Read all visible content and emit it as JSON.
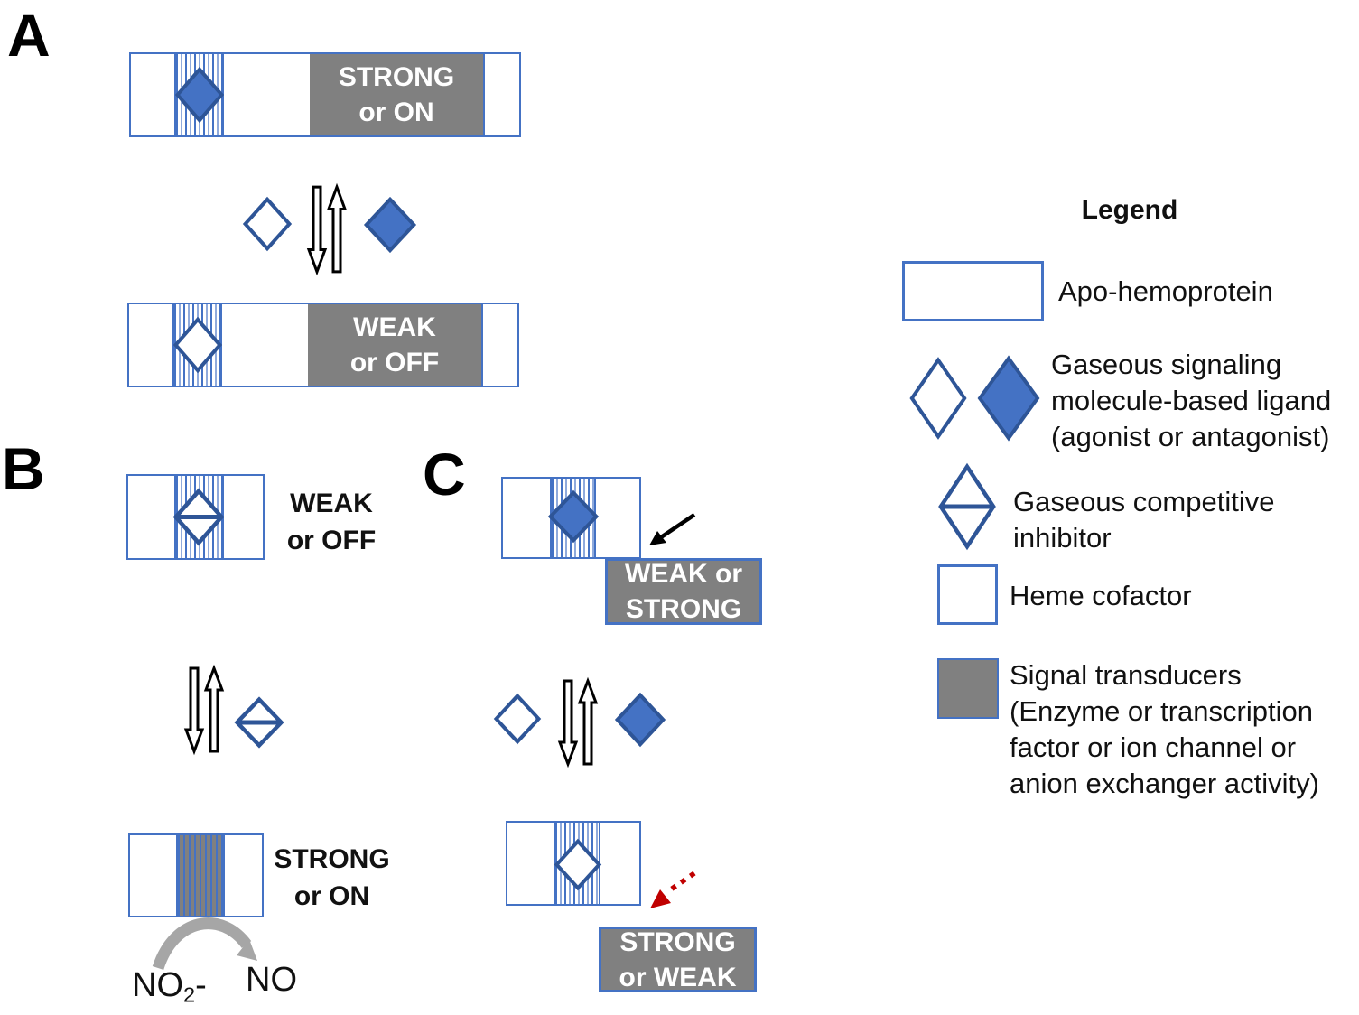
{
  "colors": {
    "blue": "#4472C4",
    "blue_dark": "#2E5597",
    "stripe_light": "#8FAADC",
    "gray": "#808080",
    "arrow_gray": "#A6A6A6",
    "red": "#C00000",
    "text": "#111111",
    "white": "#FFFFFF"
  },
  "panel_a": {
    "label": "A",
    "state_on": {
      "line1": "STRONG",
      "line2": "or ON"
    },
    "state_off": {
      "line1": "WEAK",
      "line2": "or OFF"
    }
  },
  "panel_b": {
    "label": "B",
    "state_off": {
      "line1": "WEAK",
      "line2": "or OFF"
    },
    "state_on": {
      "line1": "STRONG",
      "line2": "or ON"
    },
    "reaction": {
      "substrate_base": "NO",
      "substrate_sub": "2",
      "substrate_charge": "-",
      "product": "NO"
    }
  },
  "panel_c": {
    "label": "C",
    "state_top": {
      "line1": "WEAK or",
      "line2": "STRONG"
    },
    "state_bottom": {
      "line1": "STRONG",
      "line2": "or WEAK"
    }
  },
  "legend": {
    "title": "Legend",
    "items": [
      {
        "symbol": "apo-hemoprotein-box",
        "lines": [
          "Apo-hemoprotein"
        ]
      },
      {
        "symbol": "ligand-diamonds",
        "lines": [
          "Gaseous signaling",
          "molecule-based ligand",
          "(agonist or antagonist)"
        ]
      },
      {
        "symbol": "competitive-inhibitor-diamond",
        "lines": [
          "Gaseous competitive",
          "inhibitor"
        ]
      },
      {
        "symbol": "heme-cofactor-swatch",
        "lines": [
          "Heme cofactor"
        ]
      },
      {
        "symbol": "signal-transducer-swatch",
        "lines": [
          "Signal transducers",
          "(Enzyme or transcription",
          "factor or ion channel or",
          "anion exchanger activity)"
        ]
      }
    ]
  }
}
